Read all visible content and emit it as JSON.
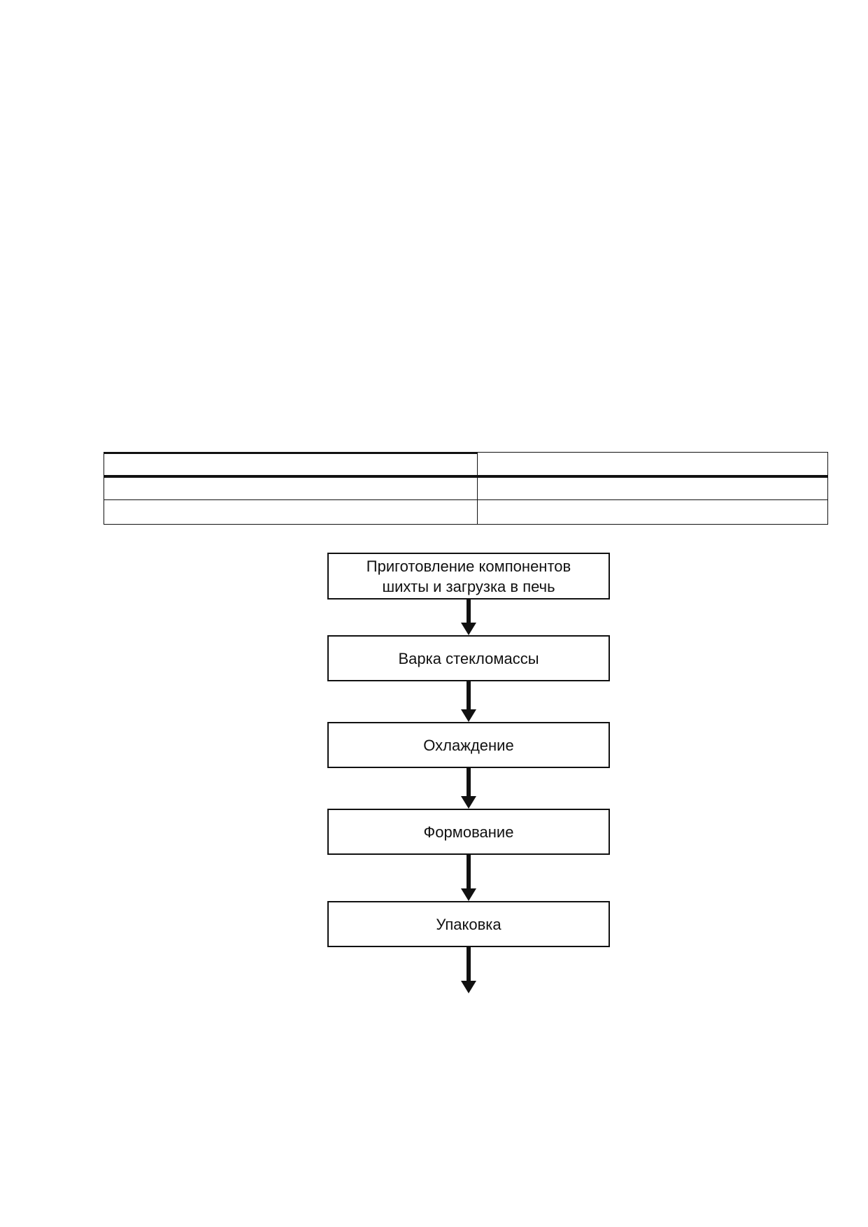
{
  "flowchart": {
    "steps": [
      {
        "label": "Приготовление компонентов\nшихты  и загрузка в печь"
      },
      {
        "label": "Варка стекломассы"
      },
      {
        "label": "Охлаждение"
      },
      {
        "label": "Формование"
      },
      {
        "label": "Упаковка"
      }
    ]
  }
}
